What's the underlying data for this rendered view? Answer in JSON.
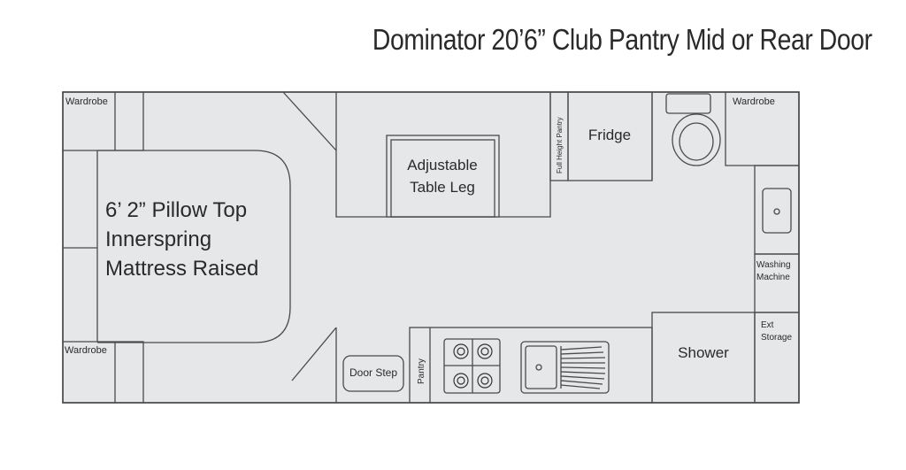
{
  "title": "Dominator 20’6” Club Pantry Mid or Rear Door",
  "labels": {
    "wardrobe_top_left": "Wardrobe",
    "wardrobe_bottom_left": "Wardrobe",
    "wardrobe_top_right": "Wardrobe",
    "bed_line1": "6’ 2” Pillow Top",
    "bed_line2": "Innerspring",
    "bed_line3": "Mattress Raised",
    "table_line1": "Adjustable",
    "table_line2": "Table Leg",
    "full_height_pantry": "Full Height Pantry",
    "fridge": "Fridge",
    "washing_line1": "Washing",
    "washing_line2": "Machine",
    "ext_line1": "Ext",
    "ext_line2": "Storage",
    "shower": "Shower",
    "door_step": "Door Step",
    "pantry": "Pantry"
  }
}
